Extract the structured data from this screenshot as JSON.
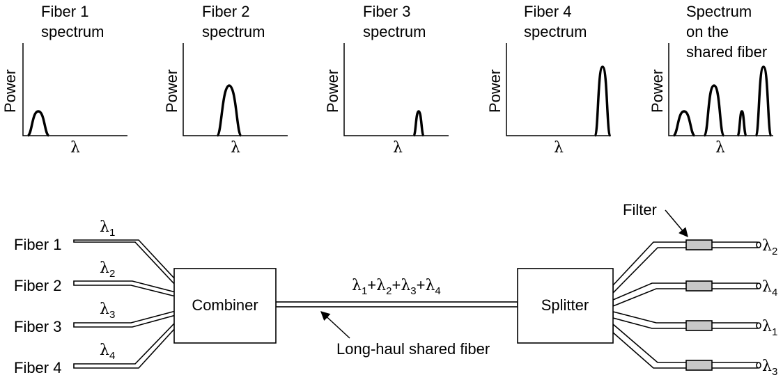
{
  "panels": [
    {
      "title_line1": "Fiber 1",
      "title_line2": "spectrum",
      "title_line3": "",
      "ylabel": "Power",
      "xlabel": "λ"
    },
    {
      "title_line1": "Fiber 2",
      "title_line2": "spectrum",
      "title_line3": "",
      "ylabel": "Power",
      "xlabel": "λ"
    },
    {
      "title_line1": "Fiber 3",
      "title_line2": "spectrum",
      "title_line3": "",
      "ylabel": "Power",
      "xlabel": "λ"
    },
    {
      "title_line1": "Fiber 4",
      "title_line2": "spectrum",
      "title_line3": "",
      "ylabel": "Power",
      "xlabel": "λ"
    },
    {
      "title_line1": "Spectrum",
      "title_line2": "on the",
      "title_line3": "shared fiber",
      "ylabel": "Power",
      "xlabel": "λ"
    }
  ],
  "inputs": [
    {
      "label": "Fiber 1",
      "lambda": "λ",
      "sub": "1"
    },
    {
      "label": "Fiber 2",
      "lambda": "λ",
      "sub": "2"
    },
    {
      "label": "Fiber 3",
      "lambda": "λ",
      "sub": "3"
    },
    {
      "label": "Fiber 4",
      "lambda": "λ",
      "sub": "4"
    }
  ],
  "combiner": "Combiner",
  "splitter": "Splitter",
  "shared": {
    "l": "λ",
    "s1": "1",
    "p1": "+",
    "s2": "2",
    "p2": "+",
    "s3": "3",
    "p3": "+",
    "s4": "4",
    "label": "Long-haul shared fiber"
  },
  "filter_label": "Filter",
  "outputs": [
    {
      "lambda": "λ",
      "sub": "2"
    },
    {
      "lambda": "λ",
      "sub": "4"
    },
    {
      "lambda": "λ",
      "sub": "1"
    },
    {
      "lambda": "λ",
      "sub": "3"
    }
  ]
}
